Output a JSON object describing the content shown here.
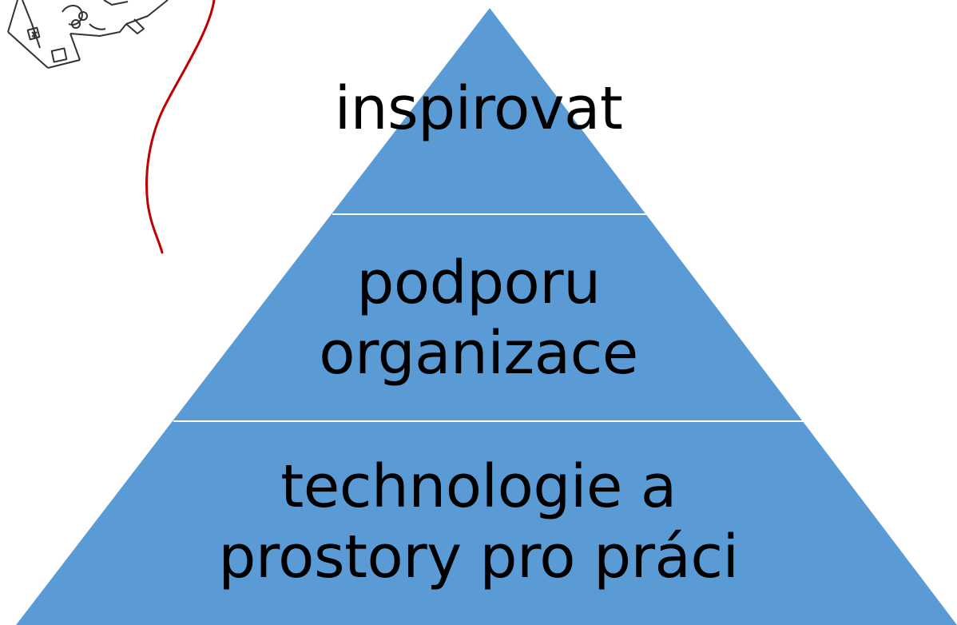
{
  "pyramid": {
    "fill_color": "#5b9bd5",
    "divider_color": "#ffffff",
    "tiers": [
      {
        "lines": [
          "inspirovat"
        ]
      },
      {
        "lines": [
          "podporu",
          "organizace"
        ]
      },
      {
        "lines": [
          "technologie a",
          "prostory pro práci"
        ]
      }
    ]
  },
  "decoration": {
    "curve_color": "#c00000",
    "sketch_color": "#333333",
    "sketch_icon": "floor-plan-sketch"
  }
}
